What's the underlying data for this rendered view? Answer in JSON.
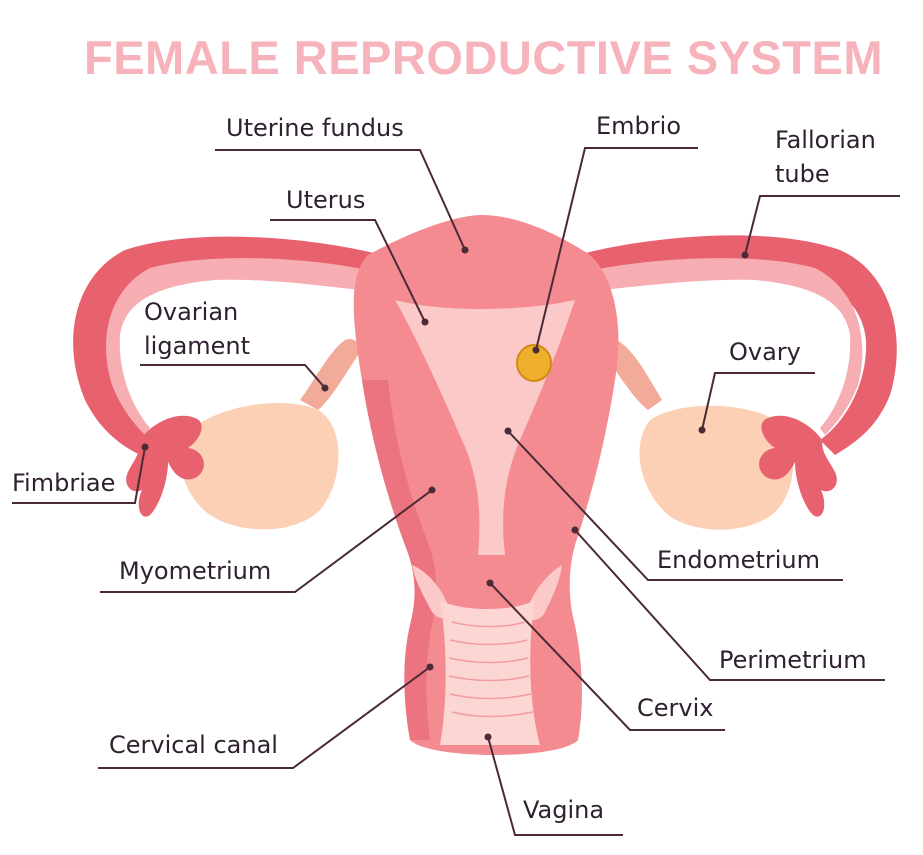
{
  "title": "FEMALE REPRODUCTIVE SYSTEM",
  "labels": {
    "uterine_fundus": "Uterine fundus",
    "embrio": "Embrio",
    "fallorian_tube_1": "Fallorian",
    "fallorian_tube_2": "tube",
    "uterus": "Uterus",
    "ovarian_ligament_1": "Ovarian",
    "ovarian_ligament_2": "ligament",
    "ovary": "Ovary",
    "fimbriae": "Fimbriae",
    "myometrium": "Myometrium",
    "endometrium": "Endometrium",
    "perimetrium": "Perimetrium",
    "cervix": "Cervix",
    "cervical_canal": "Cervical canal",
    "vagina": "Vagina"
  },
  "colors": {
    "title": "#f7b3bb",
    "label_text": "#2f2130",
    "leader_line": "#4a2a35",
    "tube_outer": "#e8616e",
    "tube_inner": "#f6aeb3",
    "uterus_body": "#f48b91",
    "uterus_shadow": "#ec7480",
    "cavity": "#fbc9c7",
    "ovary_fill": "#fbd0b5",
    "ovary_shadow": "#f2ab98",
    "vagina_fill": "#fbd6d3",
    "embryo": "#eeb02c"
  }
}
